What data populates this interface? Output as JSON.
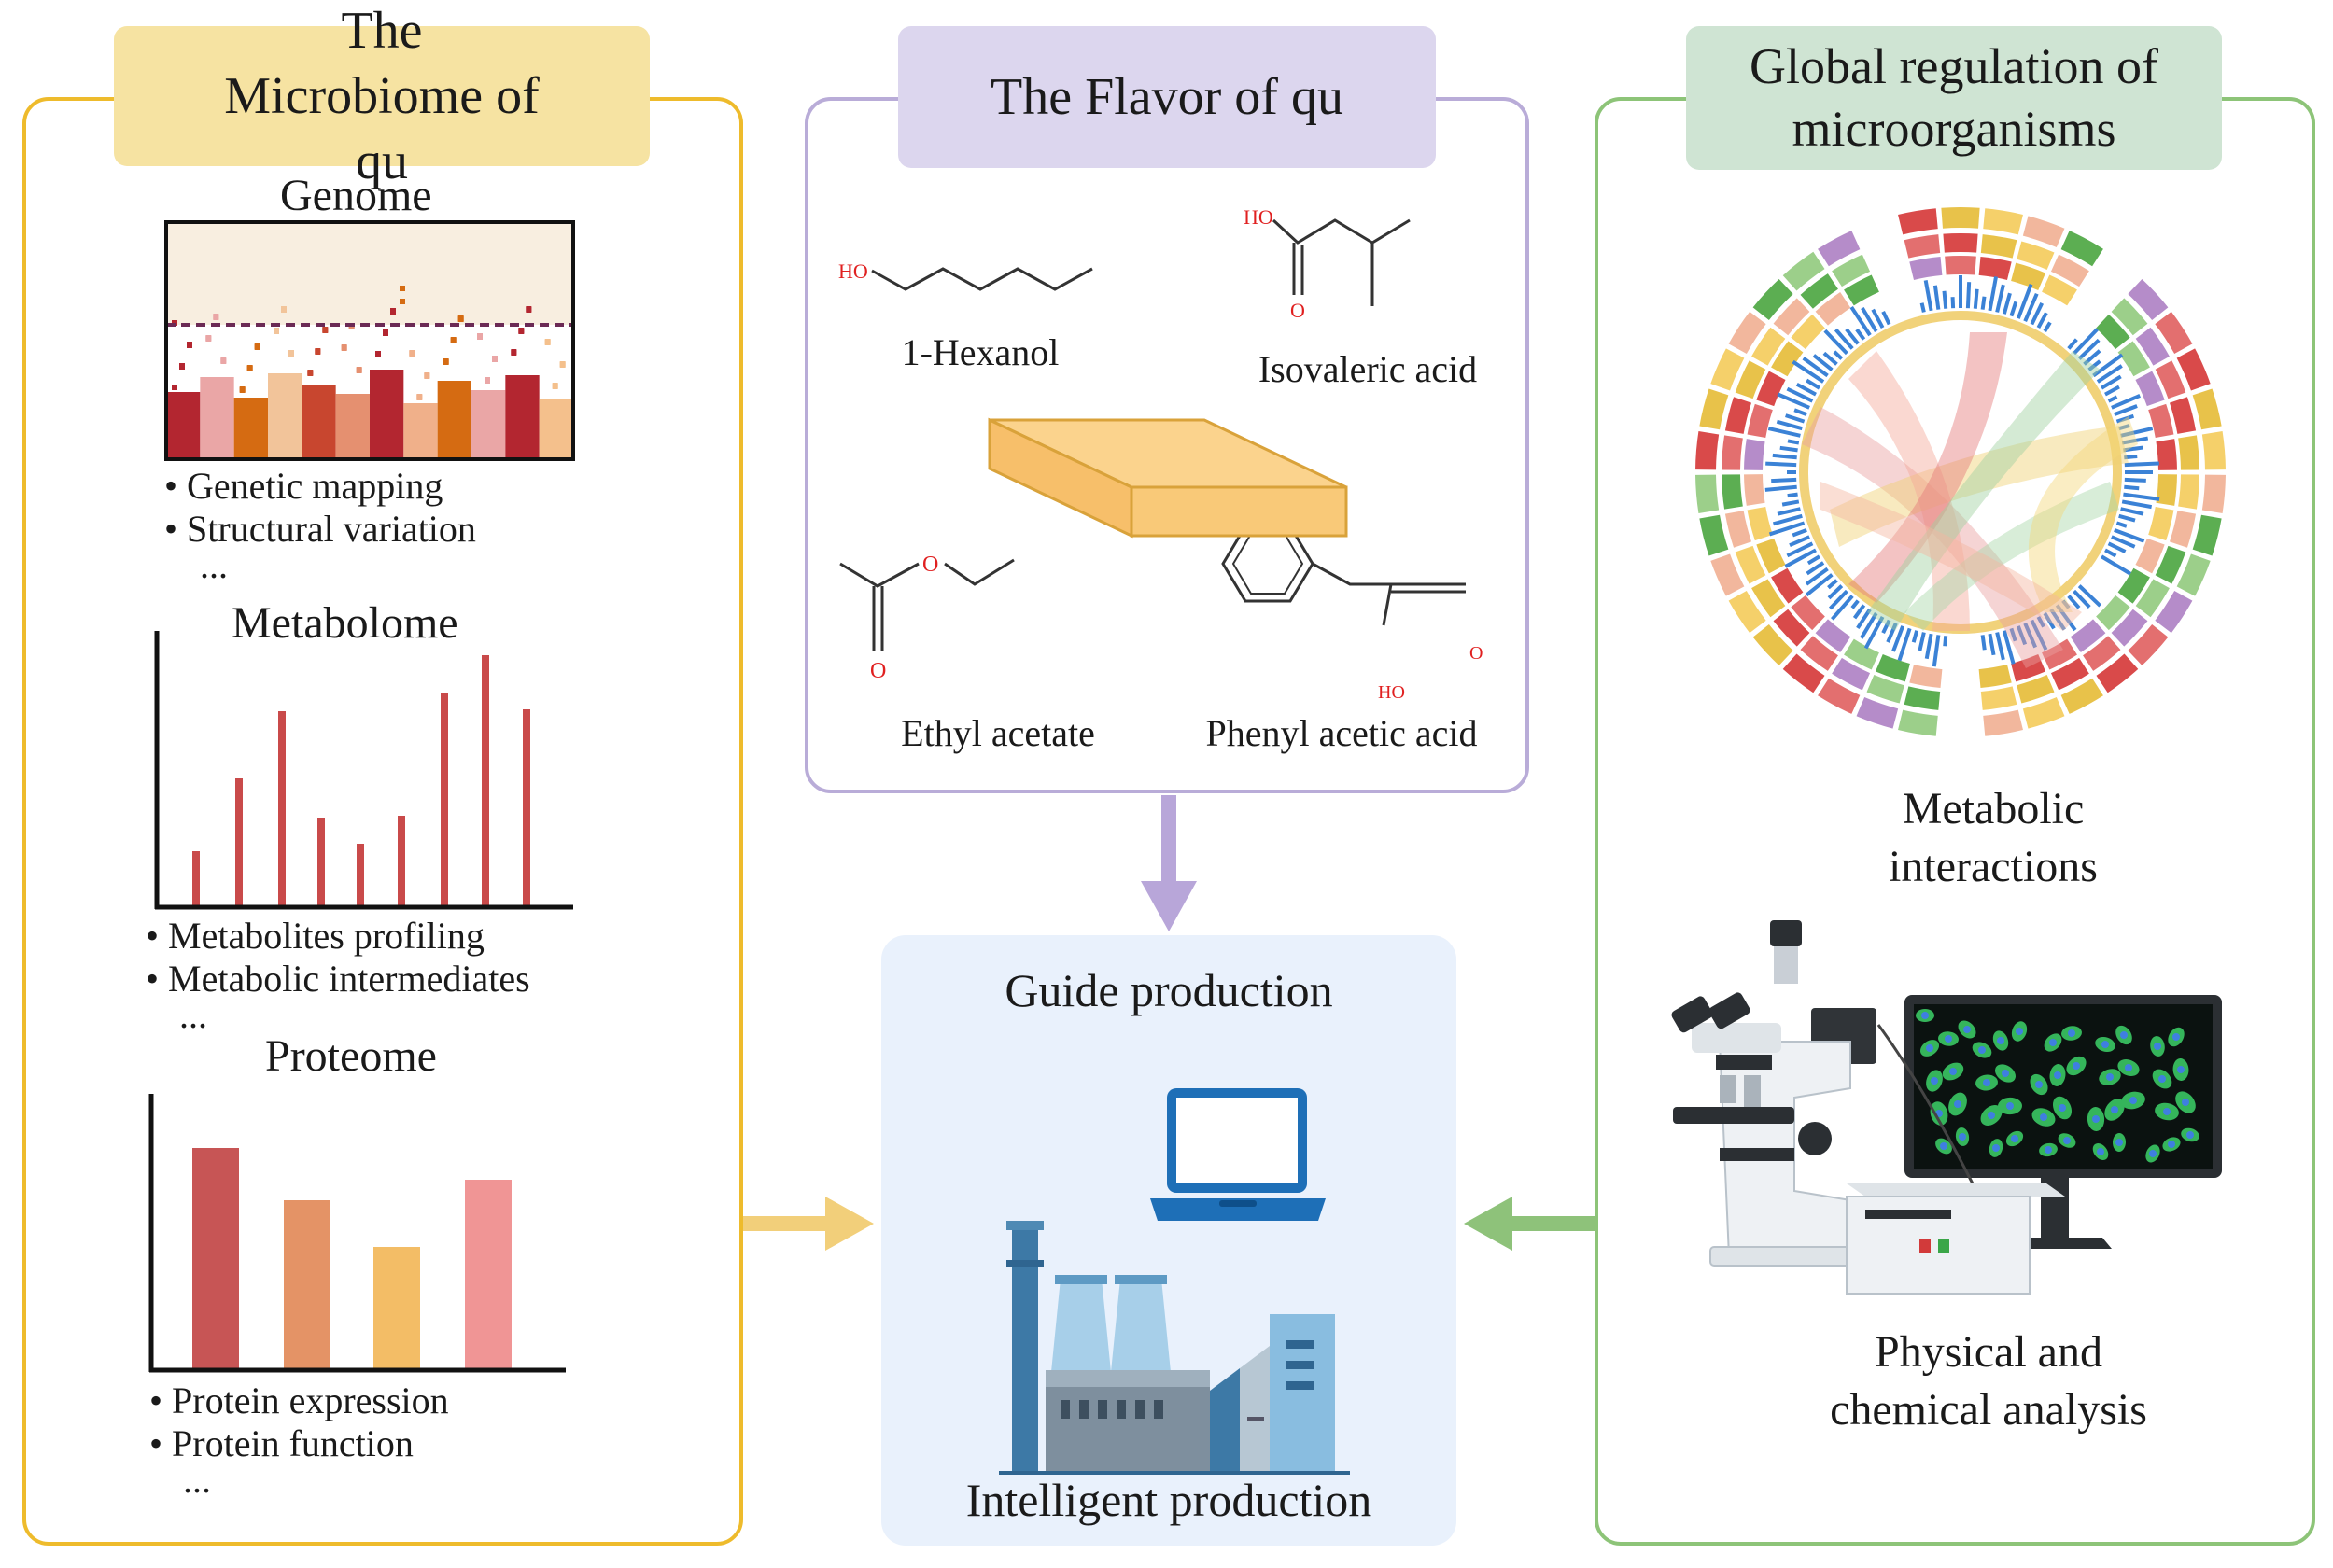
{
  "left_panel": {
    "title": "The Microbiome of qu",
    "genome": {
      "title": "Genome",
      "bullets": [
        "Genetic mapping",
        "Structural variation"
      ],
      "ellipsis": "..."
    },
    "metabolome": {
      "title": "Metabolome",
      "bullets": [
        "Metabolites profiling",
        "Metabolic intermediates"
      ],
      "ellipsis": "..."
    },
    "proteome": {
      "title": "Proteome",
      "bullets": [
        "Protein expression",
        "Protein function"
      ],
      "ellipsis": "..."
    }
  },
  "middle_panel": {
    "title": "The Flavor of qu",
    "compounds": [
      {
        "name": "1-Hexanol",
        "label": "HO"
      },
      {
        "name": "Isovaleric acid",
        "label": "HO",
        "label2": "O"
      },
      {
        "name": "Ethyl acetate",
        "label": "O",
        "label2": "O"
      },
      {
        "name": "Phenyl acetic acid",
        "label": "HO",
        "label2": "O"
      }
    ]
  },
  "bottom_center": {
    "title": "Guide production",
    "caption": "Intelligent production"
  },
  "right_panel": {
    "title": "Global regulation of microorganisms",
    "circos_caption": "Metabolic interactions",
    "lab_caption": "Physical and chemical analysis"
  },
  "colors": {
    "left_border": "#eebb2c",
    "left_tag": "#f6e3a2",
    "middle_border": "#b9acd8",
    "middle_tag": "#dcd6ee",
    "right_border": "#8dc478",
    "right_tag": "#cfe4d3",
    "center_box": "#e9f1fc",
    "arrow_yellow": "#f2cf7a",
    "arrow_purple": "#b8a6d9",
    "arrow_green": "#8ec27a"
  }
}
